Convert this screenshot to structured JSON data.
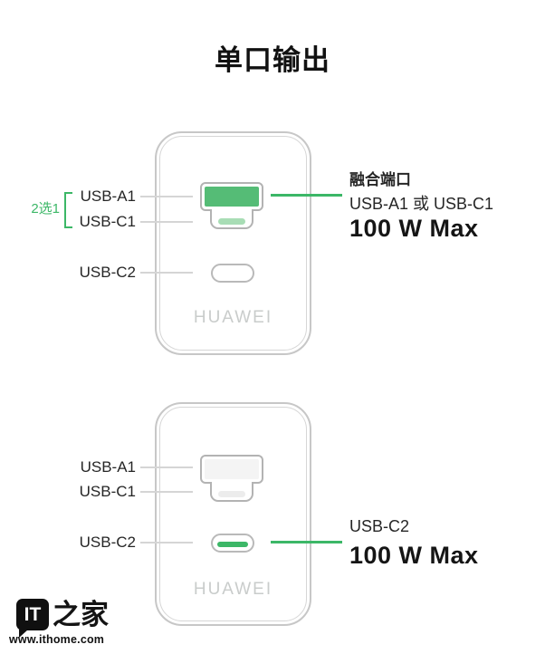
{
  "page": {
    "title": "单口输出"
  },
  "charger_top": {
    "port_labels": {
      "usb_a1": "USB-A1",
      "usb_c1": "USB-C1",
      "usb_c2": "USB-C2"
    },
    "choice_note": "2选1",
    "brand": "HUAWEI",
    "annotation": {
      "title": "融合端口",
      "ports": "USB-A1 或 USB-C1",
      "power": "100 W Max"
    }
  },
  "charger_bottom": {
    "port_labels": {
      "usb_a1": "USB-A1",
      "usb_c1": "USB-C1",
      "usb_c2": "USB-C2"
    },
    "brand": "HUAWEI",
    "annotation": {
      "ports": "USB-C2",
      "power": "100 W Max"
    }
  },
  "watermark": {
    "logo": "IT",
    "logo_suffix": "之家",
    "site": "www.ithome.com"
  },
  "colors": {
    "accent_green": "#3CB767",
    "port_green": "#55BC76",
    "port_green_light": "#A8DDB5",
    "outline_gray": "#C7C7C7",
    "port_outline_gray": "#B3B3B3",
    "leader_gray": "#D5D5D5",
    "brand_gray": "#C9CCCB",
    "text_dark": "#262626",
    "inactive_port_fill": "#F4F4F4",
    "inactive_pill": "#ECECEC"
  }
}
